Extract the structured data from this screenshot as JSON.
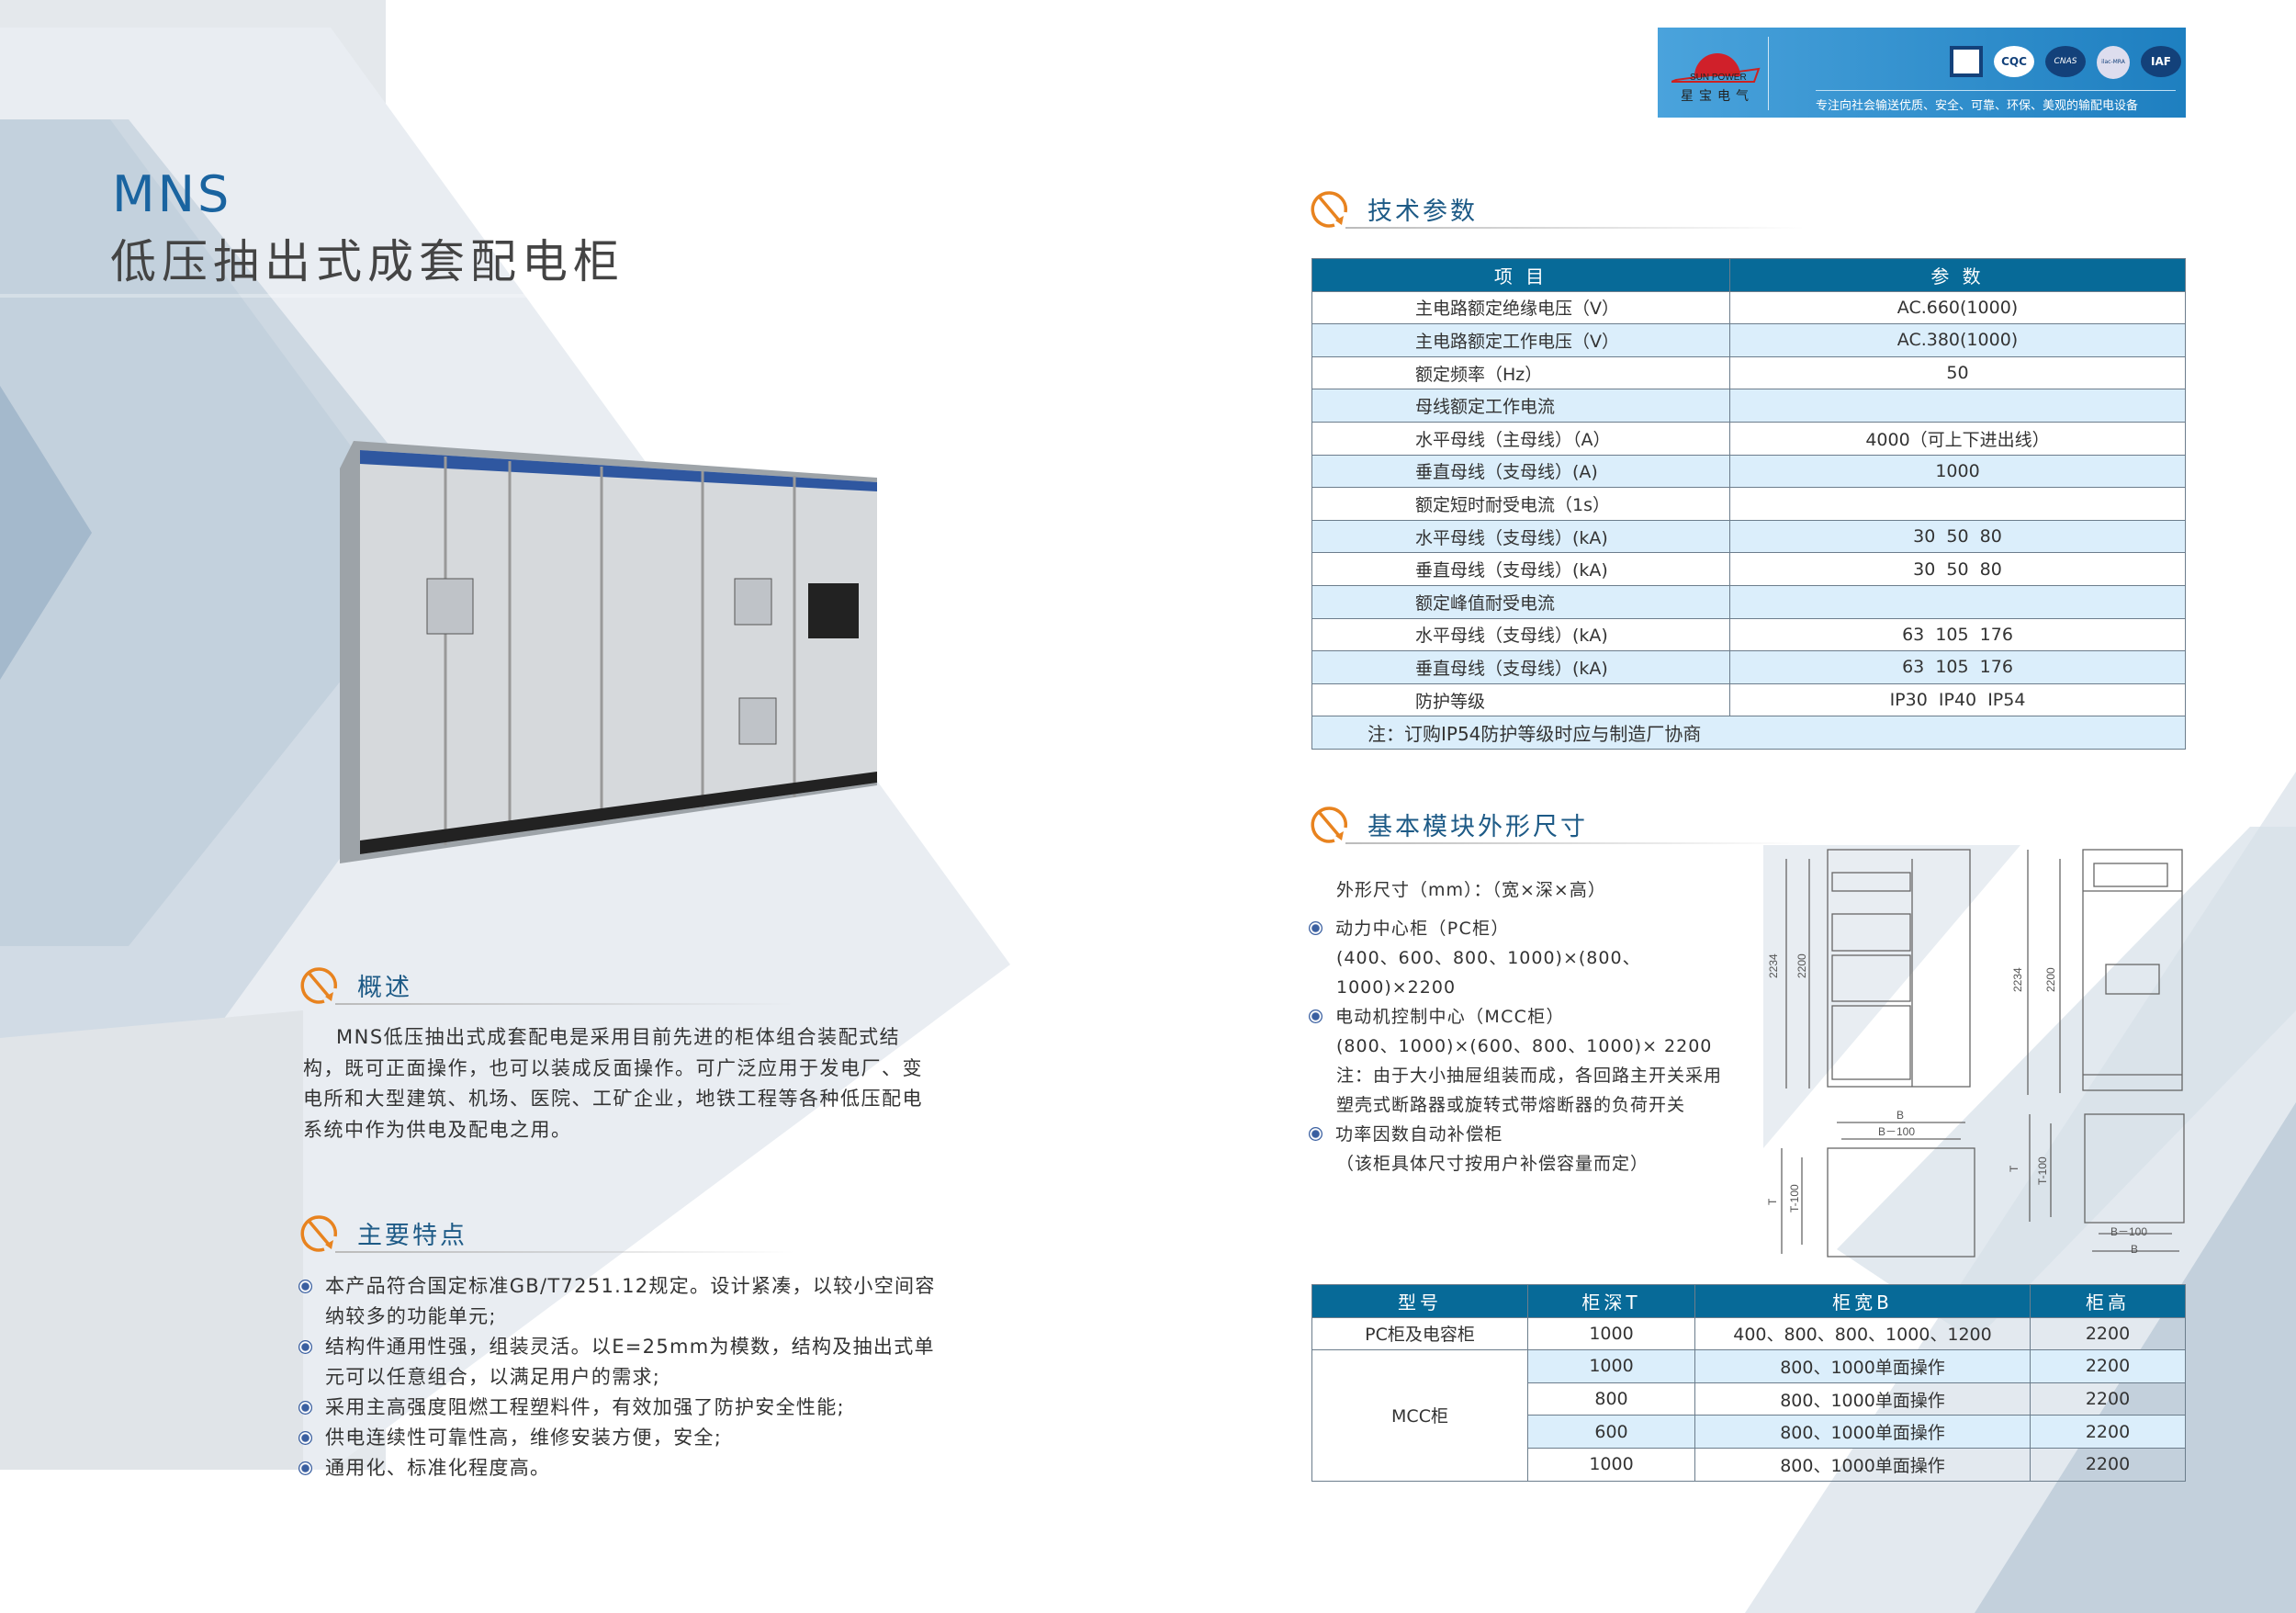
{
  "header": {
    "product_code": "MNS",
    "product_name": "低压抽出式成套配电柜"
  },
  "logo": {
    "brand_en": "SUN POWER",
    "brand_cn": "星宝电气",
    "slogan": "专注向社会输送优质、安全、可靠、环保、美观的输配电设备",
    "cert_icons": [
      "cqm-icon",
      "cqc-icon",
      "cnas-icon",
      "ilac-mra-icon",
      "iaf-icon"
    ],
    "certs": [
      "CQC",
      "CNAS",
      "ilac-MRA",
      "IAF"
    ]
  },
  "overview": {
    "title": "概述",
    "text": "MNS低压抽出式成套配电是采用目前先进的柜体组合装配式结构，既可正面操作，也可以装成反面操作。可广泛应用于发电厂、变电所和大型建筑、机场、医院、工矿企业，地铁工程等各种低压配电系统中作为供电及配电之用。"
  },
  "features": {
    "title": "主要特点",
    "items": [
      "本产品符合国定标准GB/T7251.12规定。设计紧凑，以较小空间容纳较多的功能单元;",
      "结构件通用性强，组装灵活。以E=25mm为模数，结构及抽出式单元可以任意组合，以满足用户的需求;",
      "采用主高强度阻燃工程塑料件，有效加强了防护安全性能;",
      "供电连续性可靠性高，维修安装方便，安全;",
      "通用化、标准化程度高。"
    ]
  },
  "tech": {
    "title": "技术参数",
    "headers": [
      "项 目",
      "参 数"
    ],
    "rows": [
      [
        "主电路额定绝缘电压（V）",
        "AC.660(1000)"
      ],
      [
        "主电路额定工作电压（V）",
        "AC.380(1000)"
      ],
      [
        "额定频率（Hz）",
        "50"
      ],
      [
        "母线额定工作电流",
        ""
      ],
      [
        "水平母线（主母线）（A）",
        "4000（可上下进出线）"
      ],
      [
        "垂直母线（支母线）(A)",
        "1000"
      ],
      [
        "额定短时耐受电流（1s）",
        ""
      ],
      [
        "水平母线（支母线）(kA)",
        "30  50  80"
      ],
      [
        "垂直母线（支母线）(kA)",
        "30  50  80"
      ],
      [
        "额定峰值耐受电流",
        ""
      ],
      [
        "水平母线（支母线）(kA)",
        "63  105  176"
      ],
      [
        "垂直母线（支母线）(kA)",
        "63  105  176"
      ],
      [
        "防护等级",
        "IP30  IP40  IP54"
      ]
    ],
    "note": "注：订购IP54防护等级时应与制造厂协商"
  },
  "dims": {
    "title": "基本模块外形尺寸",
    "intro": "外形尺寸（mm）：（宽×深×高）",
    "items": [
      {
        "name": "动力中心柜（PC柜）",
        "lines": [
          "(400、600、800、1000)×(800、1000)×2200"
        ]
      },
      {
        "name": "电动机控制中心（MCC柜）",
        "lines": [
          "(800、1000)×(600、800、1000)× 2200",
          "注：由于大小抽屉组装而成，各回路主开关采用",
          "塑壳式断路器或旋转式带熔断器的负荷开关"
        ]
      },
      {
        "name": "功率因数自动补偿柜",
        "lines": [
          "（该柜具体尺寸按用户补偿容量而定）"
        ]
      }
    ],
    "drawing_labels": {
      "h1": "2234",
      "h2": "2200",
      "b": "B",
      "b100": "B－100",
      "t": "T",
      "t100": "T-100"
    }
  },
  "model_table": {
    "headers": [
      "型号",
      "柜深T",
      "柜宽B",
      "柜高"
    ],
    "rows": [
      [
        "PC柜及电容柜",
        "1000",
        "400、800、800、1000、1200",
        "2200"
      ],
      [
        "MCC柜",
        "1000",
        "800、1000单面操作",
        "2200"
      ],
      [
        "",
        "800",
        "800、1000单面操作",
        "2200"
      ],
      [
        "",
        "600",
        "800、1000单面操作",
        "2200"
      ],
      [
        "",
        "1000",
        "800、1000单面操作",
        "2200"
      ]
    ]
  }
}
